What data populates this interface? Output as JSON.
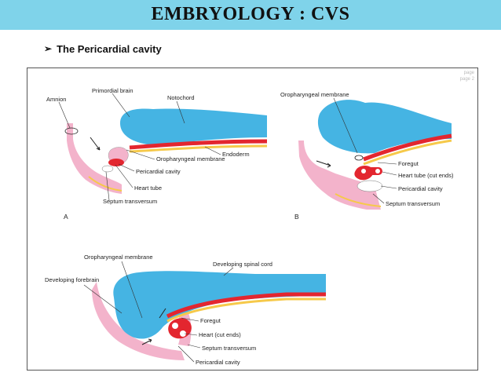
{
  "header": {
    "title": "EMBRYOLOGY : CVS"
  },
  "bullet": {
    "glyph": "➢",
    "text": "The Pericardial cavity"
  },
  "figure": {
    "page_refs": [
      "page",
      "page 2"
    ],
    "panel_a": {
      "letter": "A",
      "labels": {
        "amnion": "Amnion",
        "primordial_brain": "Primordial brain",
        "notochord": "Notochord",
        "endoderm": "Endoderm",
        "oropharyngeal_membrane": "Oropharyngeal membrane",
        "pericardial_cavity": "Pericardial cavity",
        "heart_tube": "Heart tube",
        "septum_transversum": "Septum transversum"
      }
    },
    "panel_b": {
      "letter": "B",
      "labels": {
        "oropharyngeal_membrane": "Oropharyngeal membrane",
        "foregut": "Foregut",
        "heart_tube_cut_ends": "Heart tube (cut ends)",
        "pericardial_cavity": "Pericardial cavity",
        "septum_transversum": "Septum transversum"
      }
    },
    "panel_c": {
      "labels": {
        "oropharyngeal_membrane": "Oropharyngeal membrane",
        "developing_spinal_cord": "Developing spinal cord",
        "developing_forebrain": "Developing forebrain",
        "foregut": "Foregut",
        "heart_cut_ends": "Heart (cut ends)",
        "septum_transversum": "Septum transversum",
        "pericardial_cavity": "Pericardial cavity"
      }
    }
  },
  "colors": {
    "title_bar": "#7fd3ea",
    "neural_tissue": "#45b4e3",
    "notochord_red": "#e3262f",
    "endoderm_yellow": "#f6c94a",
    "body_pink": "#f3b3cb"
  }
}
